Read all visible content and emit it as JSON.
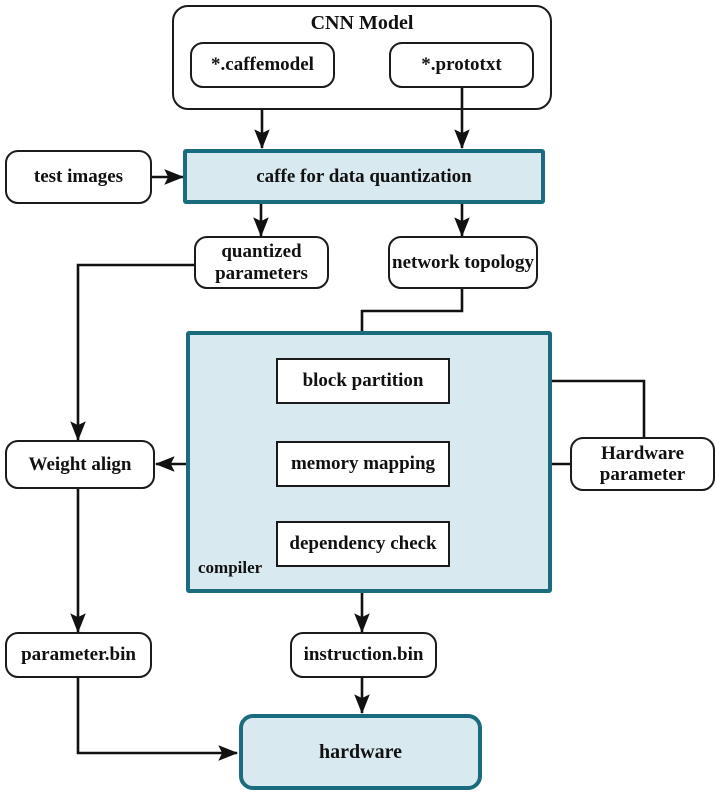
{
  "diagram": {
    "title": "CNN model deployment flow: caffe quantization, compiler and hardware",
    "colors": {
      "accent_border": "#1a6b7d",
      "accent_fill": "#d9e9f0",
      "node_border": "#1b1b1b",
      "node_fill": "#ffffff",
      "text": "#111111",
      "edge": "#111111"
    }
  },
  "nodes": {
    "cnn_model_group": {
      "label": "CNN Model"
    },
    "caffemodel": {
      "label": "*.caffemodel"
    },
    "prototxt": {
      "label": "*.prototxt"
    },
    "test_images": {
      "label": "test images"
    },
    "caffe_quantization": {
      "label": "caffe for data quantization"
    },
    "quantized_parameters": {
      "label": "quantized\nparameters"
    },
    "network_topology": {
      "label": "network topology"
    },
    "compiler_group": {
      "label": "compiler"
    },
    "block_partition": {
      "label": "block partition"
    },
    "memory_mapping": {
      "label": "memory mapping"
    },
    "dependency_check": {
      "label": "dependency check"
    },
    "hardware_parameter": {
      "label": "Hardware\nparameter"
    },
    "weight_align": {
      "label": "Weight align"
    },
    "parameter_bin": {
      "label": "parameter.bin"
    },
    "instruction_bin": {
      "label": "instruction.bin"
    },
    "hardware": {
      "label": "hardware"
    }
  },
  "edges": [
    {
      "from": "caffemodel",
      "to": "caffe_quantization",
      "arrow": true
    },
    {
      "from": "prototxt",
      "to": "caffe_quantization",
      "arrow": true
    },
    {
      "from": "test_images",
      "to": "caffe_quantization",
      "arrow": true
    },
    {
      "from": "caffe_quantization",
      "to": "quantized_parameters",
      "arrow": true
    },
    {
      "from": "caffe_quantization",
      "to": "network_topology",
      "arrow": true
    },
    {
      "from": "quantized_parameters",
      "to": "weight_align",
      "arrow": true
    },
    {
      "from": "network_topology",
      "to": "block_partition",
      "arrow": true
    },
    {
      "from": "block_partition",
      "to": "memory_mapping",
      "arrow": true
    },
    {
      "from": "memory_mapping",
      "to": "dependency_check",
      "arrow": true
    },
    {
      "from": "memory_mapping",
      "to": "weight_align",
      "arrow": true
    },
    {
      "from": "hardware_parameter",
      "to": "block_partition",
      "arrow": true
    },
    {
      "from": "hardware_parameter",
      "to": "memory_mapping",
      "arrow": true
    },
    {
      "from": "dependency_check",
      "to": "instruction_bin",
      "arrow": true
    },
    {
      "from": "weight_align",
      "to": "parameter_bin",
      "arrow": true
    },
    {
      "from": "parameter_bin",
      "to": "hardware",
      "arrow": true
    },
    {
      "from": "instruction_bin",
      "to": "hardware",
      "arrow": true
    }
  ]
}
